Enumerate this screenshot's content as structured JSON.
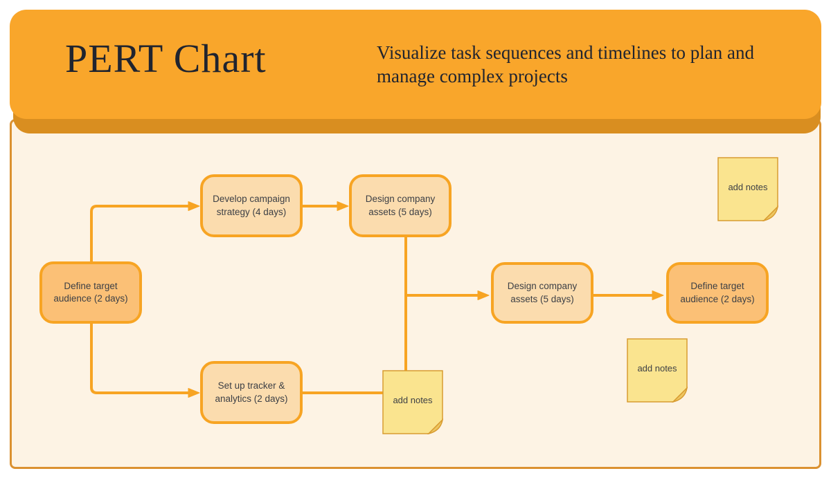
{
  "header": {
    "title": "PERT Chart",
    "subtitle": "Visualize task sequences and timelines to plan and manage complex projects"
  },
  "colors": {
    "header-bg": "#F9A62B",
    "header-lip": "#D98E20",
    "canvas-bg": "#FDF3E4",
    "canvas-border": "#DB9130",
    "connector": "#F7A423",
    "node-border": "#F7A423",
    "node-fill-dark": "#FBC076",
    "node-fill-light": "#FBDCAE",
    "sticky-fill": "#FAE48F",
    "sticky-fill-shade": "#EDC661",
    "sticky-border": "#D89B30",
    "title-text": "#20242F",
    "node-text": "#3C3F45"
  },
  "nodes": [
    {
      "label": "Define target audience (2 days)"
    },
    {
      "label": "Develop campaign strategy (4 days)"
    },
    {
      "label": "Design company assets (5 days)"
    },
    {
      "label": "Design company assets (5 days)"
    },
    {
      "label": "Define target audience (2 days)"
    },
    {
      "label": "Set up tracker & analytics (2 days)"
    }
  ],
  "stickies": [
    {
      "label": "add notes"
    },
    {
      "label": "add notes"
    },
    {
      "label": "add notes"
    }
  ]
}
